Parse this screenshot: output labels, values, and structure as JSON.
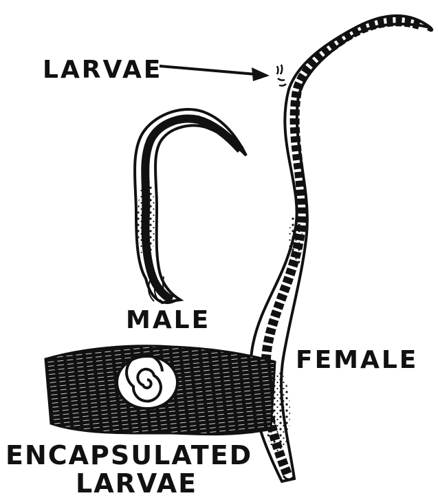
{
  "labels": {
    "larvae": "LARVAE",
    "male": "MALE",
    "female": "FEMALE",
    "encapsulated_line1": "ENCAPSULATED",
    "encapsulated_line2": "LARVAE"
  },
  "colors": {
    "ink": "#111111",
    "paper": "#ffffff"
  }
}
